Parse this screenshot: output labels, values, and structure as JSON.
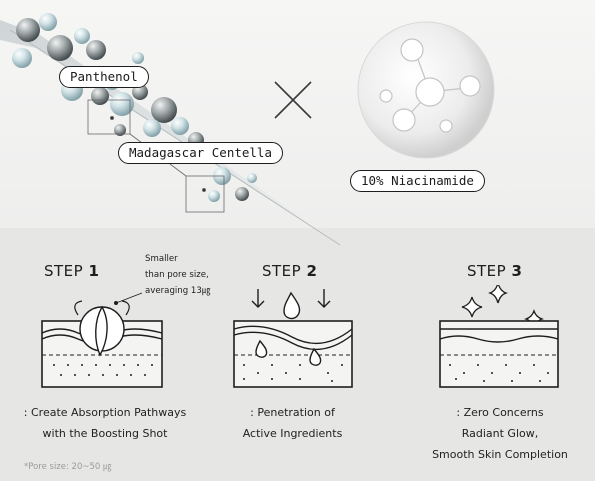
{
  "ingredients": {
    "panthenol": "Panthenol",
    "centella": "Madagascar Centella",
    "niacinamide": "10% Niacinamide"
  },
  "steps": [
    {
      "label": "STEP",
      "number": "1",
      "note_lines": [
        "Smaller",
        "than pore size,",
        "averaging 13㎍"
      ],
      "description": [
        ": Create Absorption Pathways",
        "with the Boosting Shot"
      ]
    },
    {
      "label": "STEP",
      "number": "2",
      "description": [
        ": Penetration of",
        "Active Ingredients"
      ]
    },
    {
      "label": "STEP",
      "number": "3",
      "description": [
        ": Zero Concerns",
        "Radiant Glow,",
        "Smooth Skin Completion"
      ]
    }
  ],
  "footnote": "*Pore size: 20~50 ㎍",
  "icons": [
    "times-icon",
    "molecule-icon",
    "needle-icon",
    "arrow-down-icon",
    "droplet-icon",
    "sparkle-icon"
  ]
}
